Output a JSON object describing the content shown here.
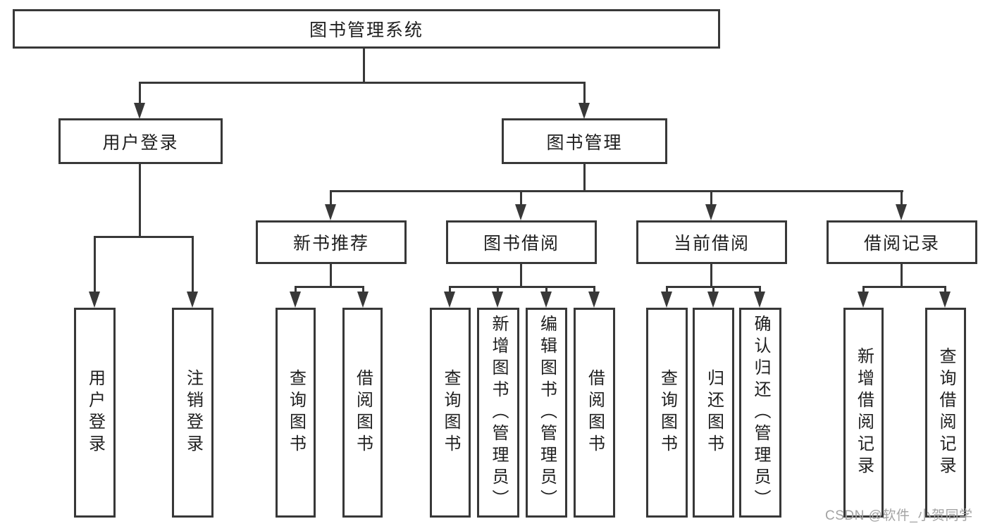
{
  "nodes": {
    "root": {
      "label": "图书管理系统"
    },
    "user_login": {
      "label": "用户登录"
    },
    "book_mgmt": {
      "label": "图书管理"
    },
    "new_book_rec": {
      "label": "新书推荐"
    },
    "book_borrow": {
      "label": "图书借阅"
    },
    "current_borrow": {
      "label": "当前借阅"
    },
    "borrow_records": {
      "label": "借阅记录"
    },
    "leaf_user_login": {
      "label": "用户登录"
    },
    "leaf_logout": {
      "label": "注销登录"
    },
    "rec_query_books": {
      "label": "查询图书"
    },
    "rec_borrow_books": {
      "label": "借阅图书"
    },
    "bb_query_books": {
      "label": "查询图书"
    },
    "bb_add_books": {
      "label": "新增图书（管理员）"
    },
    "bb_edit_books": {
      "label": "编辑图书（管理员）"
    },
    "bb_borrow_books": {
      "label": "借阅图书"
    },
    "cb_query_books": {
      "label": "查询图书"
    },
    "cb_return_books": {
      "label": "归还图书"
    },
    "cb_confirm_return": {
      "label": "确认归还（管理员）"
    },
    "br_new_record": {
      "label": "新增借阅记录"
    },
    "br_query_record": {
      "label": "查询借阅记录"
    }
  },
  "hierarchy": {
    "图书管理系统": {
      "用户登录": [
        "用户登录",
        "注销登录"
      ],
      "图书管理": {
        "新书推荐": [
          "查询图书",
          "借阅图书"
        ],
        "图书借阅": [
          "查询图书",
          "新增图书（管理员）",
          "编辑图书（管理员）",
          "借阅图书"
        ],
        "当前借阅": [
          "查询图书",
          "归还图书",
          "确认归还（管理员）"
        ],
        "借阅记录": [
          "新增借阅记录",
          "查询借阅记录"
        ]
      }
    }
  },
  "watermark": {
    "text": "CSDN @软件_小贺同学"
  },
  "colors": {
    "line": "#383838",
    "box_border": "#383838",
    "text": "#1f1f1f",
    "watermark": "#a3a3a3",
    "background": "#ffffff"
  }
}
